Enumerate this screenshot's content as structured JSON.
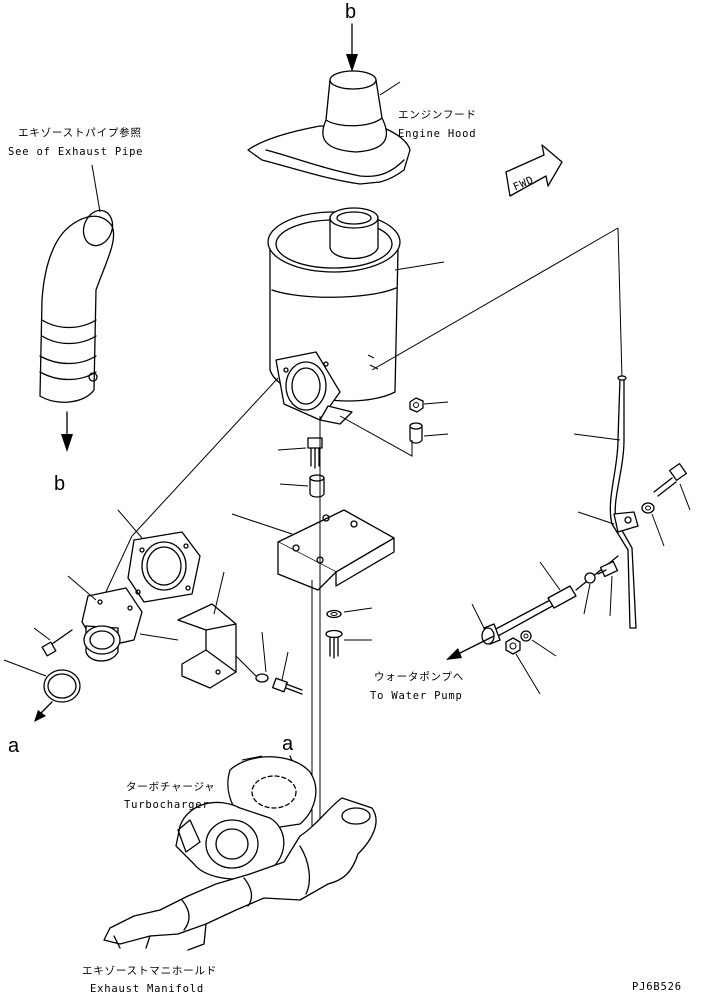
{
  "labels": {
    "exhaust_pipe_jp": "エキゾーストパイプ参照",
    "exhaust_pipe_en": "See of Exhaust Pipe",
    "engine_hood_jp": "エンジンフード",
    "engine_hood_en": "Engine Hood",
    "fwd": "FWD",
    "water_pump_jp": "ウォータポンプへ",
    "water_pump_en": "To Water Pump",
    "turbo_jp": "ターボチャージャ",
    "turbo_en": "Turbocharger",
    "manifold_jp": "エキゾーストマニホールド",
    "manifold_en": "Exhaust Manifold",
    "ref_b_top": "b",
    "ref_b_left": "b",
    "ref_a_left": "a",
    "ref_a_turbo": "a",
    "drawing_code": "PJ6B526"
  }
}
